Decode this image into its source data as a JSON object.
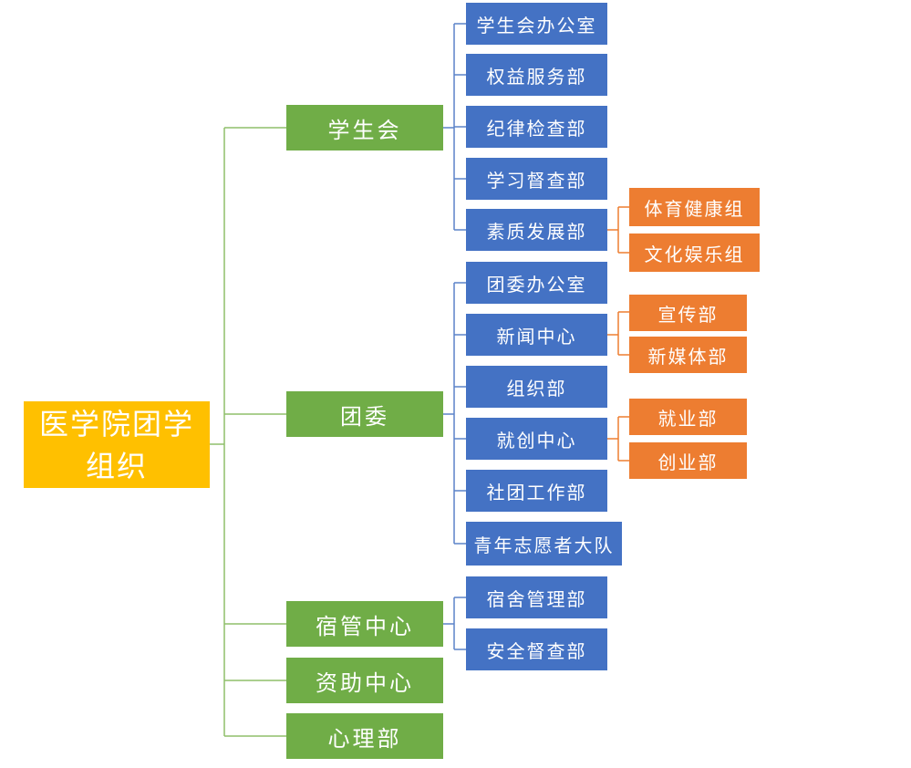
{
  "colors": {
    "root": "#FFC000",
    "level1": "#70AD47",
    "level2": "#4472C4",
    "level3": "#ED7D31",
    "connector_green": "#8FBF6A",
    "connector_blue": "#5B82C9",
    "connector_orange": "#ED7D31"
  },
  "root": {
    "label": "医学院团学组织"
  },
  "level1": [
    {
      "label": "学生会"
    },
    {
      "label": "团委"
    },
    {
      "label": "宿管中心"
    },
    {
      "label": "资助中心"
    },
    {
      "label": "心理部"
    }
  ],
  "level2": [
    {
      "label": "学生会办公室"
    },
    {
      "label": "权益服务部"
    },
    {
      "label": "纪律检查部"
    },
    {
      "label": "学习督查部"
    },
    {
      "label": "素质发展部"
    },
    {
      "label": "团委办公室"
    },
    {
      "label": "新闻中心"
    },
    {
      "label": "组织部"
    },
    {
      "label": "就创中心"
    },
    {
      "label": "社团工作部"
    },
    {
      "label": "青年志愿者大队"
    },
    {
      "label": "宿舍管理部"
    },
    {
      "label": "安全督查部"
    }
  ],
  "level3": [
    {
      "label": "体育健康组"
    },
    {
      "label": "文化娱乐组"
    },
    {
      "label": "宣传部"
    },
    {
      "label": "新媒体部"
    },
    {
      "label": "就业部"
    },
    {
      "label": "创业部"
    }
  ]
}
